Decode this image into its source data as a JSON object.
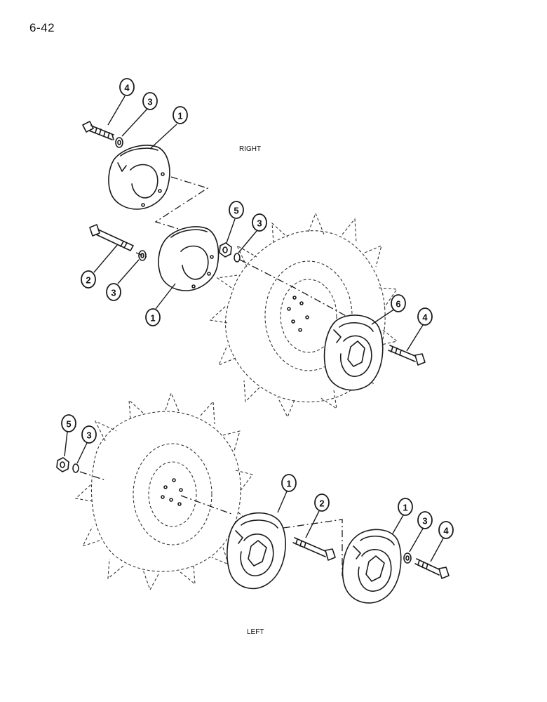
{
  "page_number": "6-42",
  "views": {
    "right_label": "RIGHT",
    "left_label": "LEFT"
  },
  "callouts": {
    "r_bolt_top": "4",
    "r_washer_top": "3",
    "r_weight_top": "1",
    "r_nut": "5",
    "r_washer_nut": "3",
    "r_bolt_long": "2",
    "r_washer_long": "3",
    "r_weight_inner": "1",
    "r_weight_outer": "6",
    "r_bolt_outer": "4",
    "l_nut": "5",
    "l_washer_nut": "3",
    "l_weight_inner": "1",
    "l_bolt_long": "2",
    "l_weight_outer": "1",
    "l_washer_outer": "3",
    "l_bolt_outer": "4"
  },
  "colors": {
    "ink": "#1a1a1a",
    "paper": "#ffffff"
  }
}
